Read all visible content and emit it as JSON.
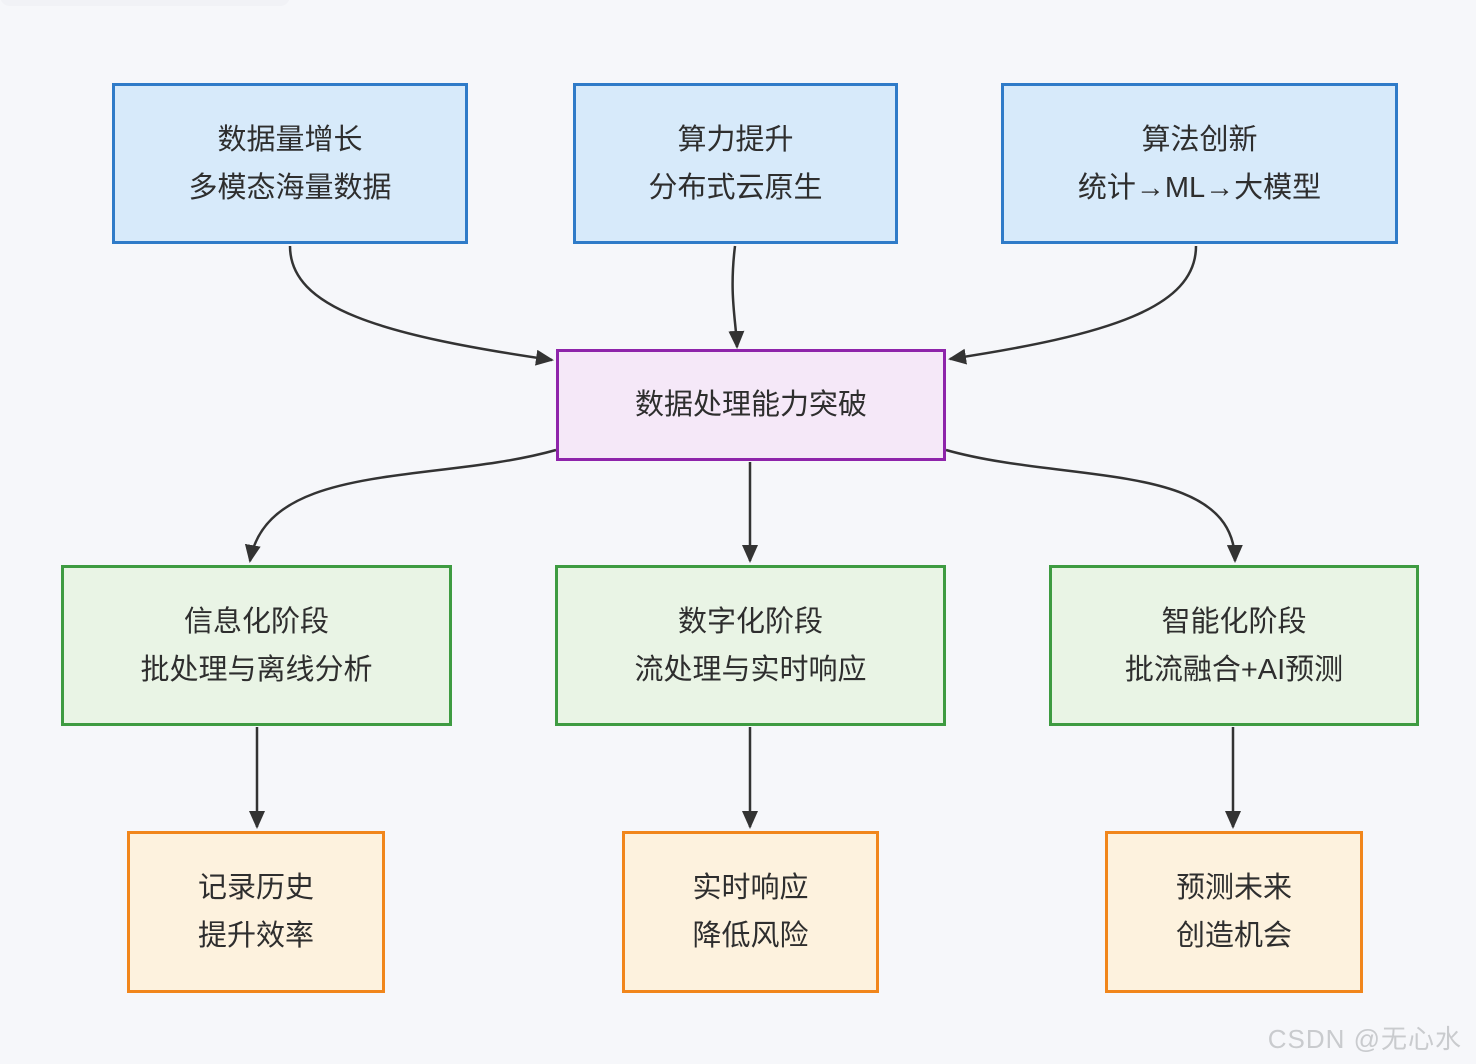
{
  "nodes": {
    "data_growth": {
      "line1": "数据量增长",
      "line2": "多模态海量数据"
    },
    "compute_power": {
      "line1": "算力提升",
      "line2": "分布式云原生"
    },
    "algorithm_innovation": {
      "line1": "算法创新",
      "line2": "统计→ML→大模型"
    },
    "breakthrough": {
      "line1": "数据处理能力突破"
    },
    "informatization": {
      "line1": "信息化阶段",
      "line2": "批处理与离线分析"
    },
    "digitalization": {
      "line1": "数字化阶段",
      "line2": "流处理与实时响应"
    },
    "intelligence": {
      "line1": "智能化阶段",
      "line2": "批流融合+AI预测"
    },
    "record_history": {
      "line1": "记录历史",
      "line2": "提升效率"
    },
    "realtime_response": {
      "line1": "实时响应",
      "line2": "降低风险"
    },
    "predict_future": {
      "line1": "预测未来",
      "line2": "创造机会"
    }
  },
  "edges": [
    {
      "from": "data_growth",
      "to": "breakthrough"
    },
    {
      "from": "compute_power",
      "to": "breakthrough"
    },
    {
      "from": "algorithm_innovation",
      "to": "breakthrough"
    },
    {
      "from": "breakthrough",
      "to": "informatization"
    },
    {
      "from": "breakthrough",
      "to": "digitalization"
    },
    {
      "from": "breakthrough",
      "to": "intelligence"
    },
    {
      "from": "informatization",
      "to": "record_history"
    },
    {
      "from": "digitalization",
      "to": "realtime_response"
    },
    {
      "from": "intelligence",
      "to": "predict_future"
    }
  ],
  "colors": {
    "background": "#f6f7fa",
    "blue_fill": "#d7eafa",
    "blue_border": "#2f7bc8",
    "purple_fill": "#f5e8f8",
    "purple_border": "#8e24aa",
    "green_fill": "#e9f4e5",
    "green_border": "#3e9b41",
    "orange_fill": "#fdf2de",
    "orange_border": "#f1861b",
    "arrow": "#333333",
    "text": "#2e2e2e"
  },
  "watermark": "CSDN @无心水"
}
